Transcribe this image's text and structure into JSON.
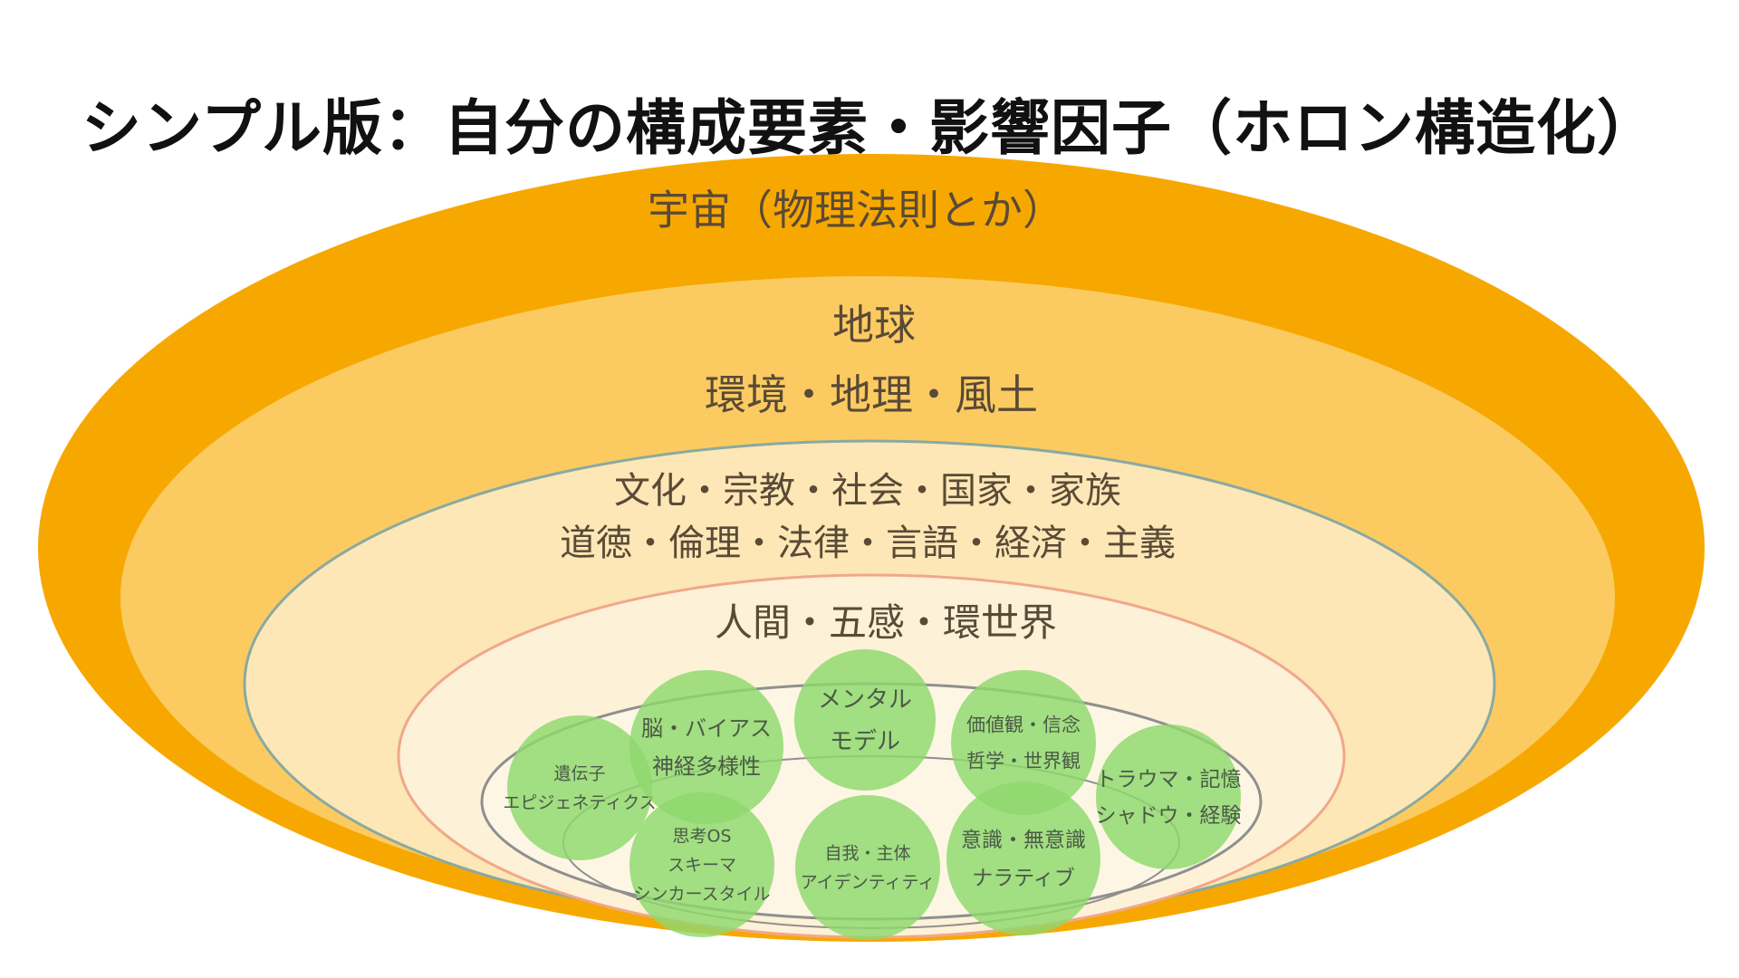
{
  "title": "シンプル版：自分の構成要素・影響因子（ホロン構造化）",
  "colors": {
    "universe": "#f7a800",
    "earth": "#fbcb62",
    "culture": "#fde7b6",
    "human": "#fdf1d8",
    "bubble": "#8ed86c",
    "culture_stroke": "#8aa9a0",
    "human_stroke": "#f0a88a",
    "self_stroke": "#8f8f8f",
    "text": "#5a4a36"
  },
  "layers": {
    "universe": {
      "label": "宇宙（物理法則とか）"
    },
    "earth": {
      "line1": "地球",
      "line2": "環境・地理・風土"
    },
    "culture": {
      "line1": "文化・宗教・社会・国家・家族",
      "line2": "道徳・倫理・法律・言語・経済・主義"
    },
    "human": {
      "label": "人間・五感・環世界"
    }
  },
  "bubbles": [
    {
      "icon": "circle",
      "lines": [
        "遺伝子",
        "エピジェネティクス"
      ]
    },
    {
      "icon": "circle",
      "lines": [
        "脳・バイアス",
        "神経多様性"
      ]
    },
    {
      "icon": "circle",
      "lines": [
        "メンタル",
        "モデル"
      ]
    },
    {
      "icon": "circle",
      "lines": [
        "価値観・信念",
        "哲学・世界観"
      ]
    },
    {
      "icon": "circle",
      "lines": [
        "トラウマ・記憶",
        "シャドウ・経験"
      ]
    },
    {
      "icon": "circle",
      "lines": [
        "思考OS",
        "スキーマ",
        "シンカースタイル"
      ]
    },
    {
      "icon": "circle",
      "lines": [
        "自我・主体",
        "アイデンティティ"
      ]
    },
    {
      "icon": "circle",
      "lines": [
        "意識・無意識",
        "ナラティブ"
      ]
    }
  ]
}
